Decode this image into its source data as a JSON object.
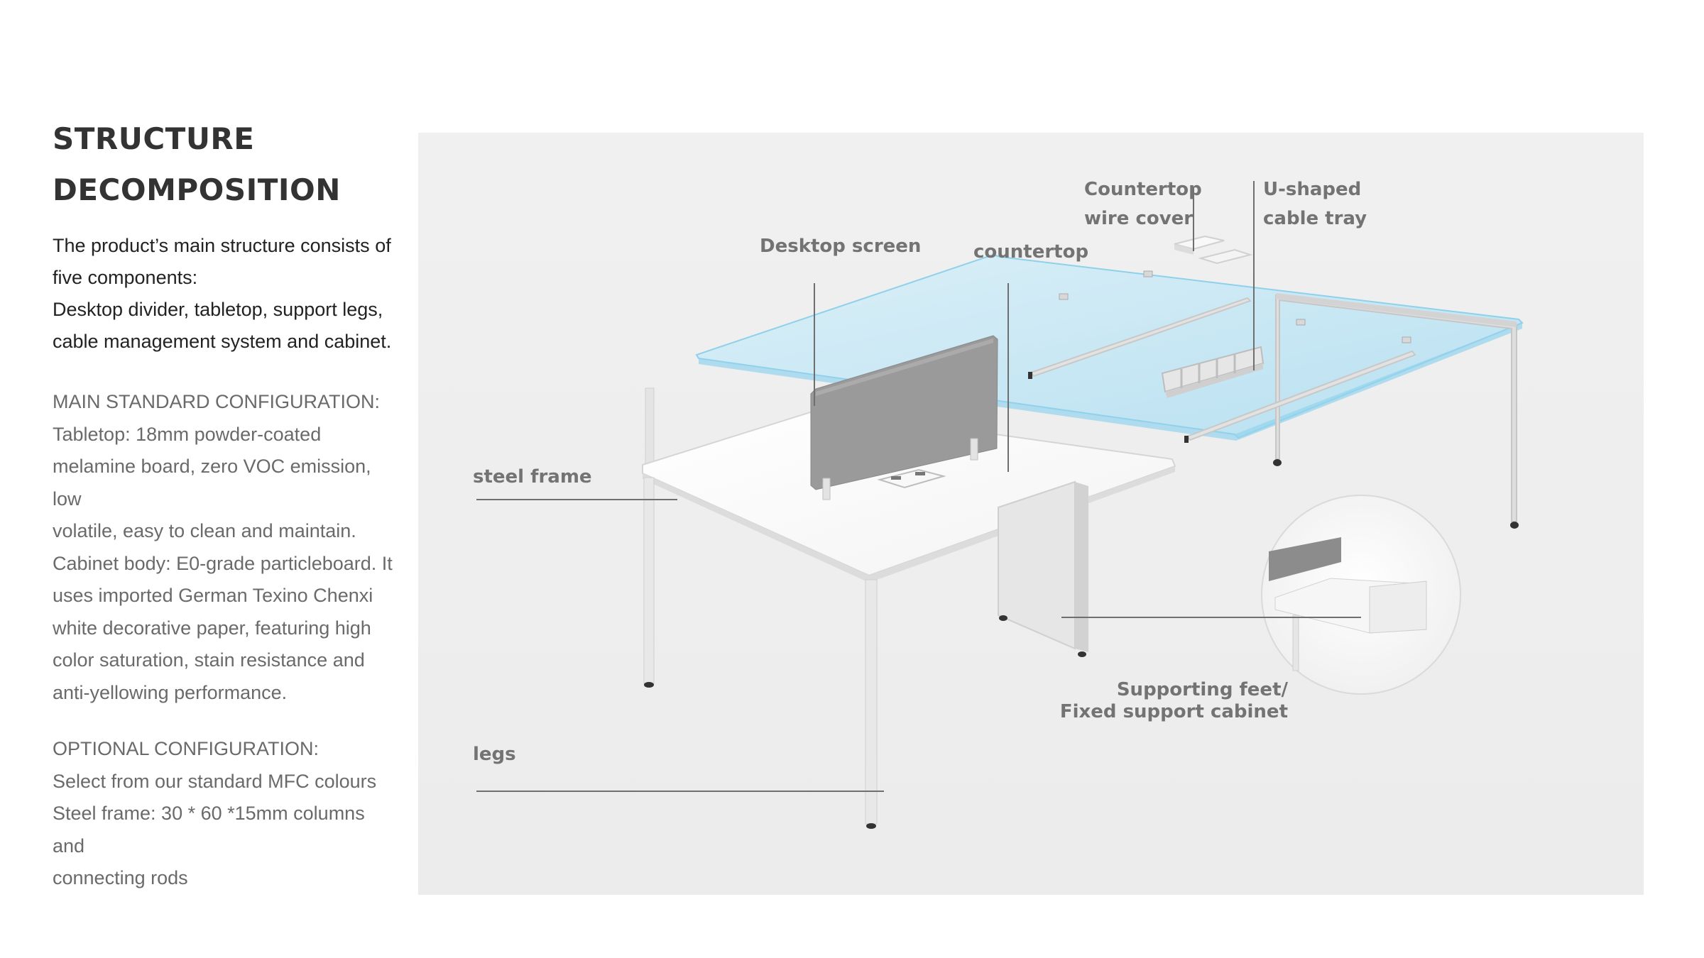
{
  "heading": {
    "line1": "STRUCTURE",
    "line2": "DECOMPOSITION"
  },
  "intro": {
    "line1": "The product’s main structure consists of",
    "line2": "five components:",
    "line3": "Desktop divider, tabletop, support legs,",
    "line4": "cable management system and cabinet."
  },
  "main_config": {
    "line1": "MAIN STANDARD CONFIGURATION:",
    "line2": "Tabletop: 18mm powder-coated",
    "line3": "melamine board, zero VOC emission, low",
    "line4": "volatile, easy to clean and maintain.",
    "line5": "Cabinet body: E0-grade particleboard. It",
    "line6": "uses imported German Texino Chenxi",
    "line7": "white decorative paper, featuring high",
    "line8": "color saturation, stain resistance and",
    "line9": "anti-yellowing performance."
  },
  "optional_config": {
    "line1": "OPTIONAL CONFIGURATION:",
    "line2": "Select from our standard MFC colours",
    "line3": "Steel frame: 30 * 60 *15mm columns and",
    "line4": "connecting rods"
  },
  "callouts": {
    "desktop_screen": "Desktop screen",
    "countertop": "countertop",
    "wire_cover_line1": "Countertop",
    "wire_cover_line2": "wire cover",
    "cable_tray_line1": "U-shaped",
    "cable_tray_line2": "cable tray",
    "steel_frame": "steel frame",
    "legs": "legs",
    "feet_line1": "Supporting feet/",
    "feet_line2": "Fixed support cabinet"
  },
  "colors": {
    "panel_background": "#efefef",
    "callout_text": "#737373",
    "leader_line": "#6f6f6f",
    "glass_top": "#bfe6f5",
    "screen_felt": "#9a9a9a"
  }
}
